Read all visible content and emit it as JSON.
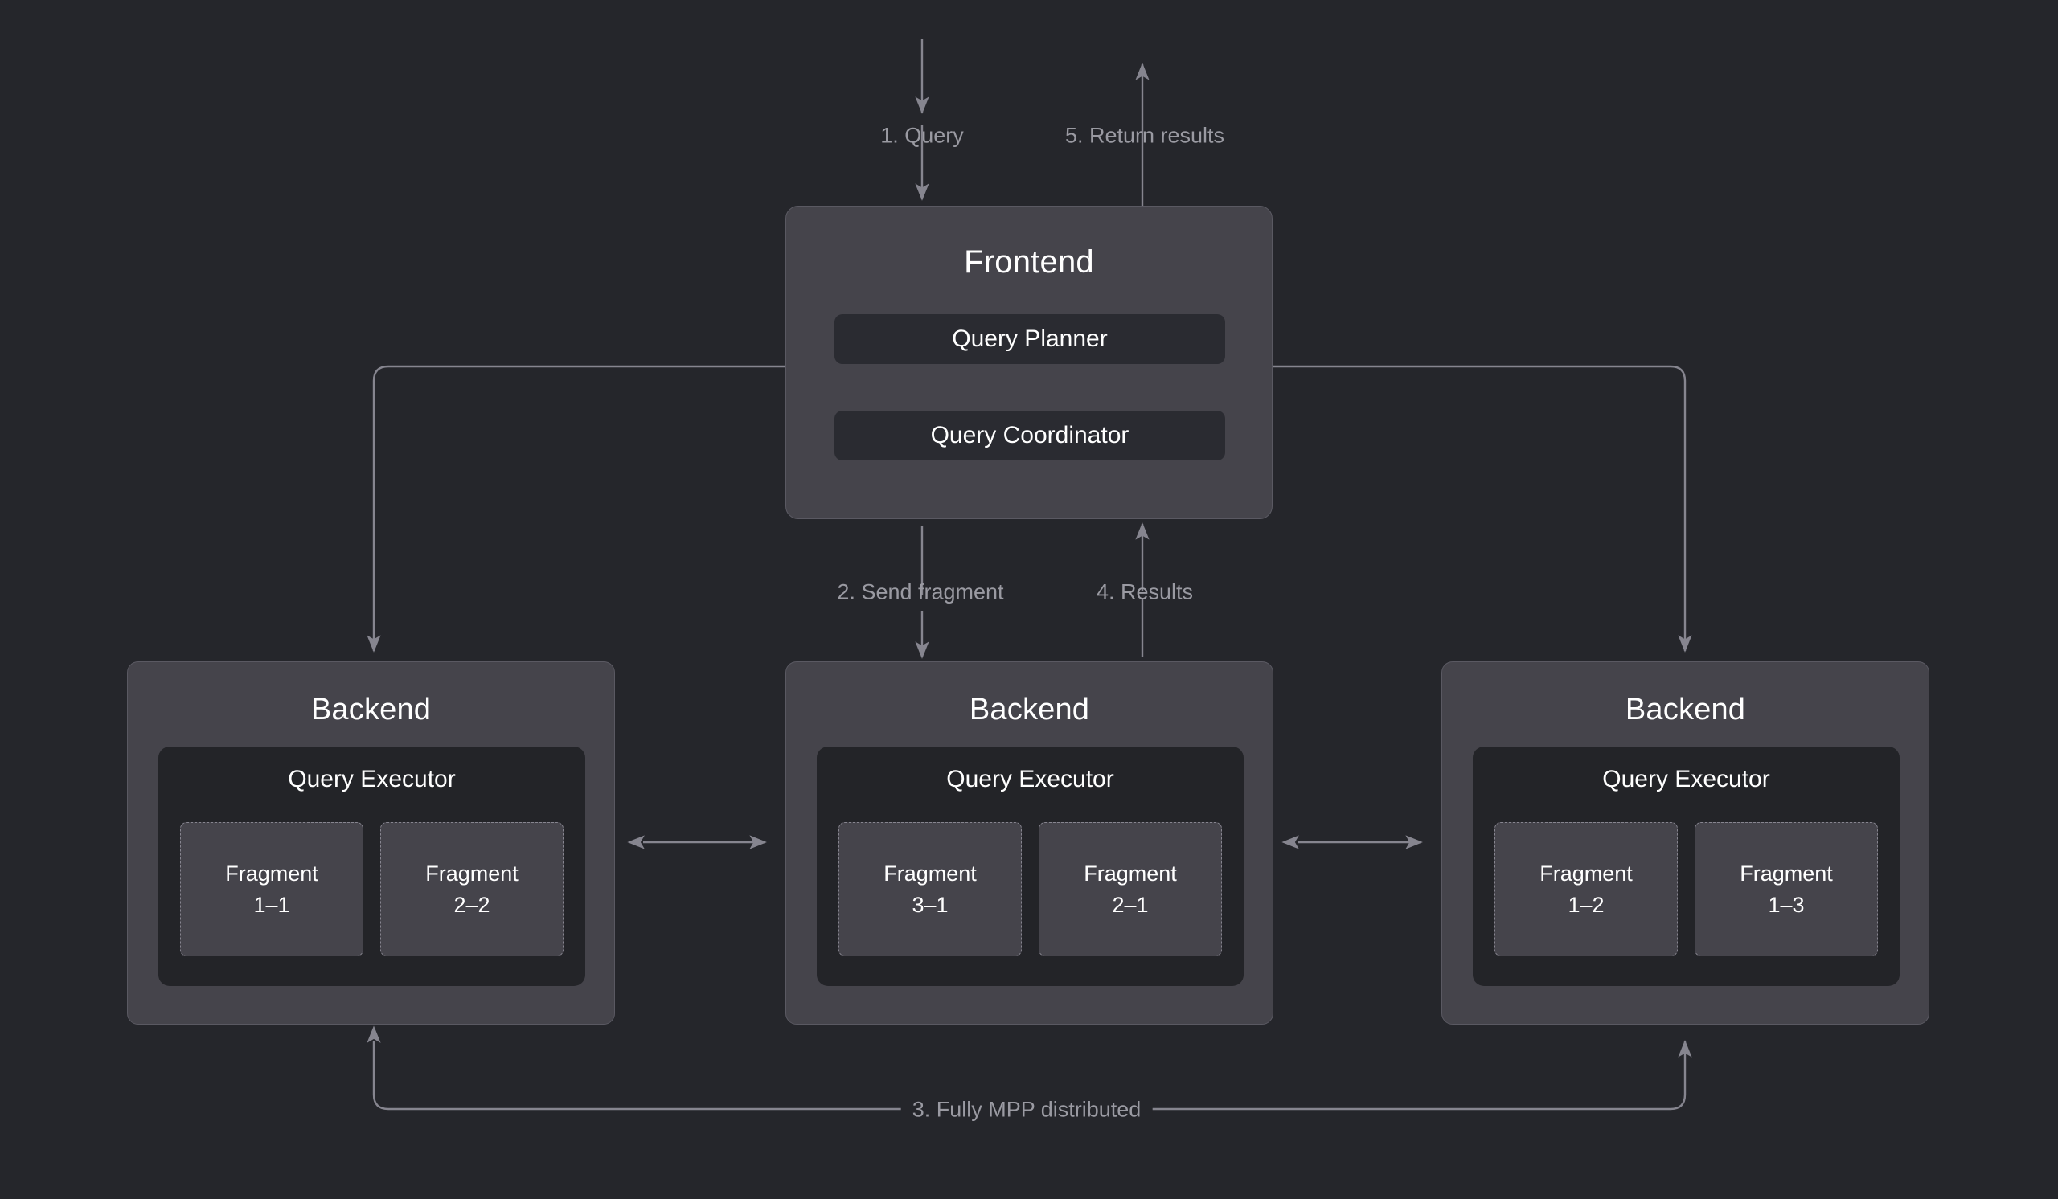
{
  "diagram": {
    "title": "MPP query execution architecture",
    "background_color": "#25262b",
    "node_fill": "#45444b",
    "node_border": "#5a5962",
    "inner_fill": "#2a2b31",
    "executor_fill": "#232428",
    "edge_color": "#86858f",
    "label_color": "#9a9aa2",
    "text_color": "#ffffff"
  },
  "frontend": {
    "title": "Frontend",
    "components": [
      {
        "label": "Query Planner"
      },
      {
        "label": "Query Coordinator"
      }
    ]
  },
  "backends": [
    {
      "title": "Backend",
      "executor": "Query Executor",
      "fragments": [
        {
          "name": "Fragment",
          "id": "1–1"
        },
        {
          "name": "Fragment",
          "id": "2–2"
        }
      ]
    },
    {
      "title": "Backend",
      "executor": "Query Executor",
      "fragments": [
        {
          "name": "Fragment",
          "id": "3–1"
        },
        {
          "name": "Fragment",
          "id": "2–1"
        }
      ]
    },
    {
      "title": "Backend",
      "executor": "Query Executor",
      "fragments": [
        {
          "name": "Fragment",
          "id": "1–2"
        },
        {
          "name": "Fragment",
          "id": "1–3"
        }
      ]
    }
  ],
  "edges": [
    {
      "key": "query",
      "label": "1. Query",
      "direction": "down"
    },
    {
      "key": "return_results",
      "label": "5. Return results",
      "direction": "up"
    },
    {
      "key": "send_fragment",
      "label": "2. Send fragment",
      "direction": "down"
    },
    {
      "key": "results",
      "label": "4. Results",
      "direction": "up"
    },
    {
      "key": "mpp",
      "label": "3. Fully MPP distributed",
      "direction": "bidirectional"
    }
  ]
}
